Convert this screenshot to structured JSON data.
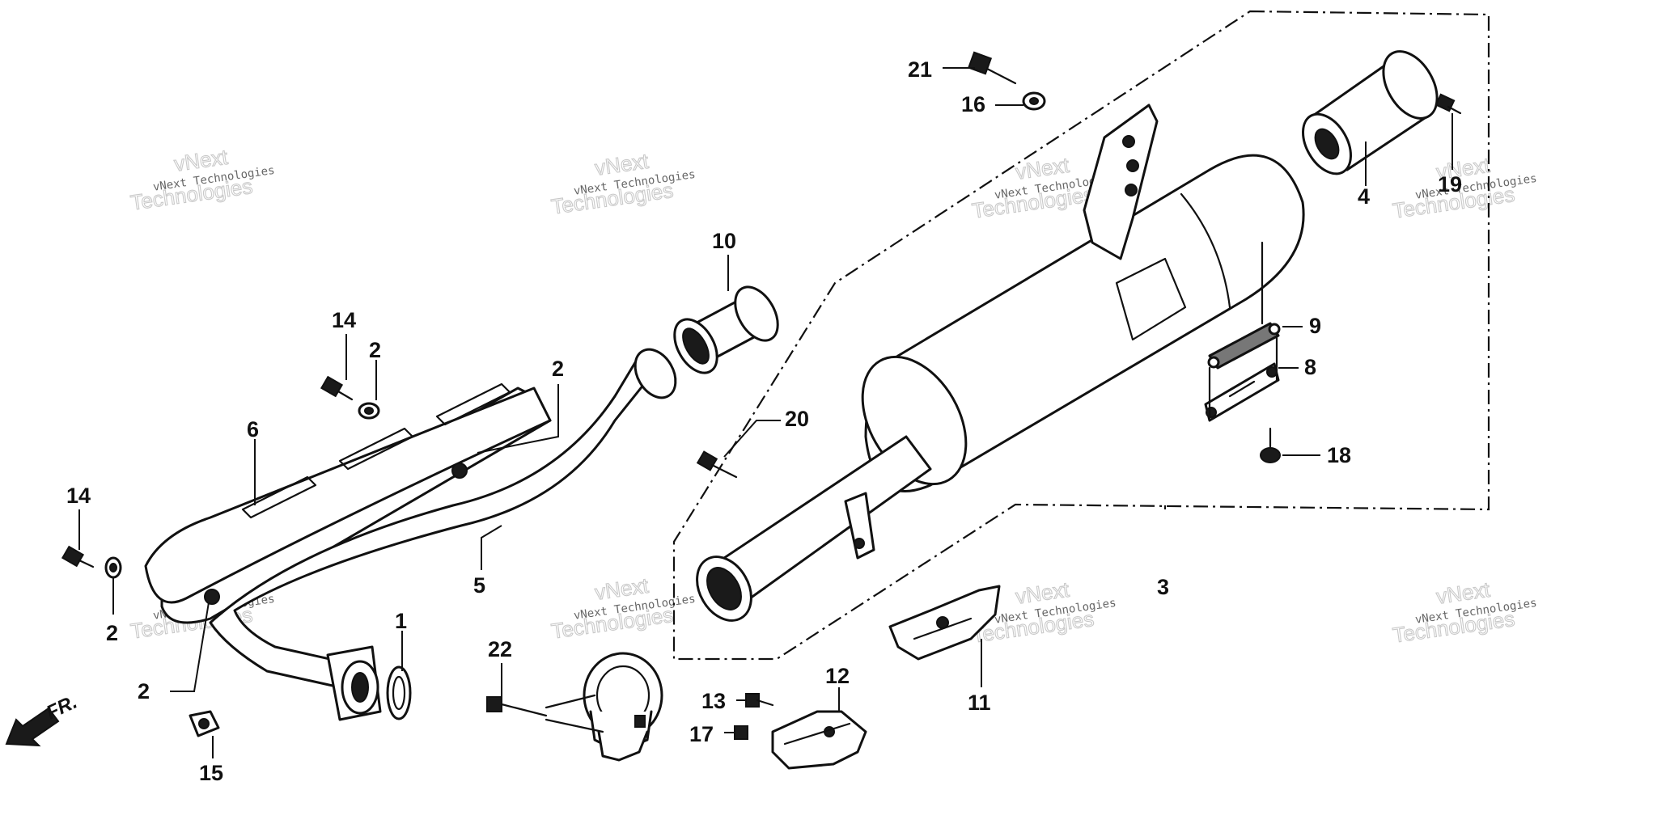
{
  "callouts": {
    "c1": "1",
    "c2a": "2",
    "c2b": "2",
    "c2c": "2",
    "c2d": "2",
    "c3": "3",
    "c4": "4",
    "c5": "5",
    "c6": "6",
    "c8": "8",
    "c9": "9",
    "c10": "10",
    "c11": "11",
    "c12": "12",
    "c13": "13",
    "c14a": "14",
    "c14b": "14",
    "c15": "15",
    "c16": "16",
    "c17": "17",
    "c18": "18",
    "c19": "19",
    "c20": "20",
    "c21": "21",
    "c22": "22"
  },
  "direction": {
    "label": "FR."
  },
  "watermark": {
    "brand": "vNext",
    "line2": "Technologies",
    "company": "vNext Technologies"
  }
}
